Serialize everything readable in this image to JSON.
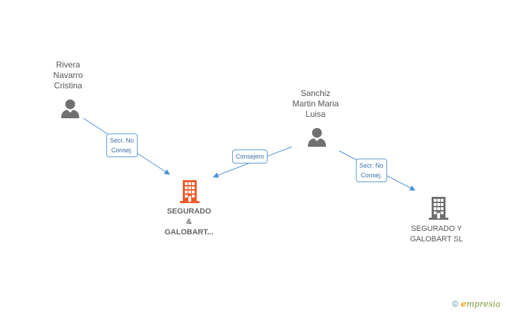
{
  "nodes": {
    "rivera": {
      "lines": [
        "Rivera",
        "Navarro",
        "Cristina"
      ]
    },
    "sanchiz": {
      "lines": [
        "Sanchiz",
        "Martin Maria",
        "Luisa"
      ]
    },
    "segurado_main": {
      "lines": [
        "SEGURADO",
        "&",
        "GALOBART..."
      ]
    },
    "segurado_sl": {
      "lines": [
        "SEGURADO Y",
        "GALOBART SL"
      ]
    }
  },
  "edges": {
    "rivera_to_main": {
      "lines": [
        "Secr. No",
        "Consej."
      ]
    },
    "sanchiz_to_main": {
      "lines": [
        "Consejero"
      ]
    },
    "sanchiz_to_sl": {
      "lines": [
        "Secr. No",
        "Consej."
      ]
    }
  },
  "colors": {
    "person": "#707070",
    "company_main": "#f05a28",
    "company_other": "#707070",
    "edge": "#4a8fd8"
  },
  "watermark": {
    "copyright": "©",
    "brand_first": "e",
    "brand_rest": "mpresia"
  }
}
